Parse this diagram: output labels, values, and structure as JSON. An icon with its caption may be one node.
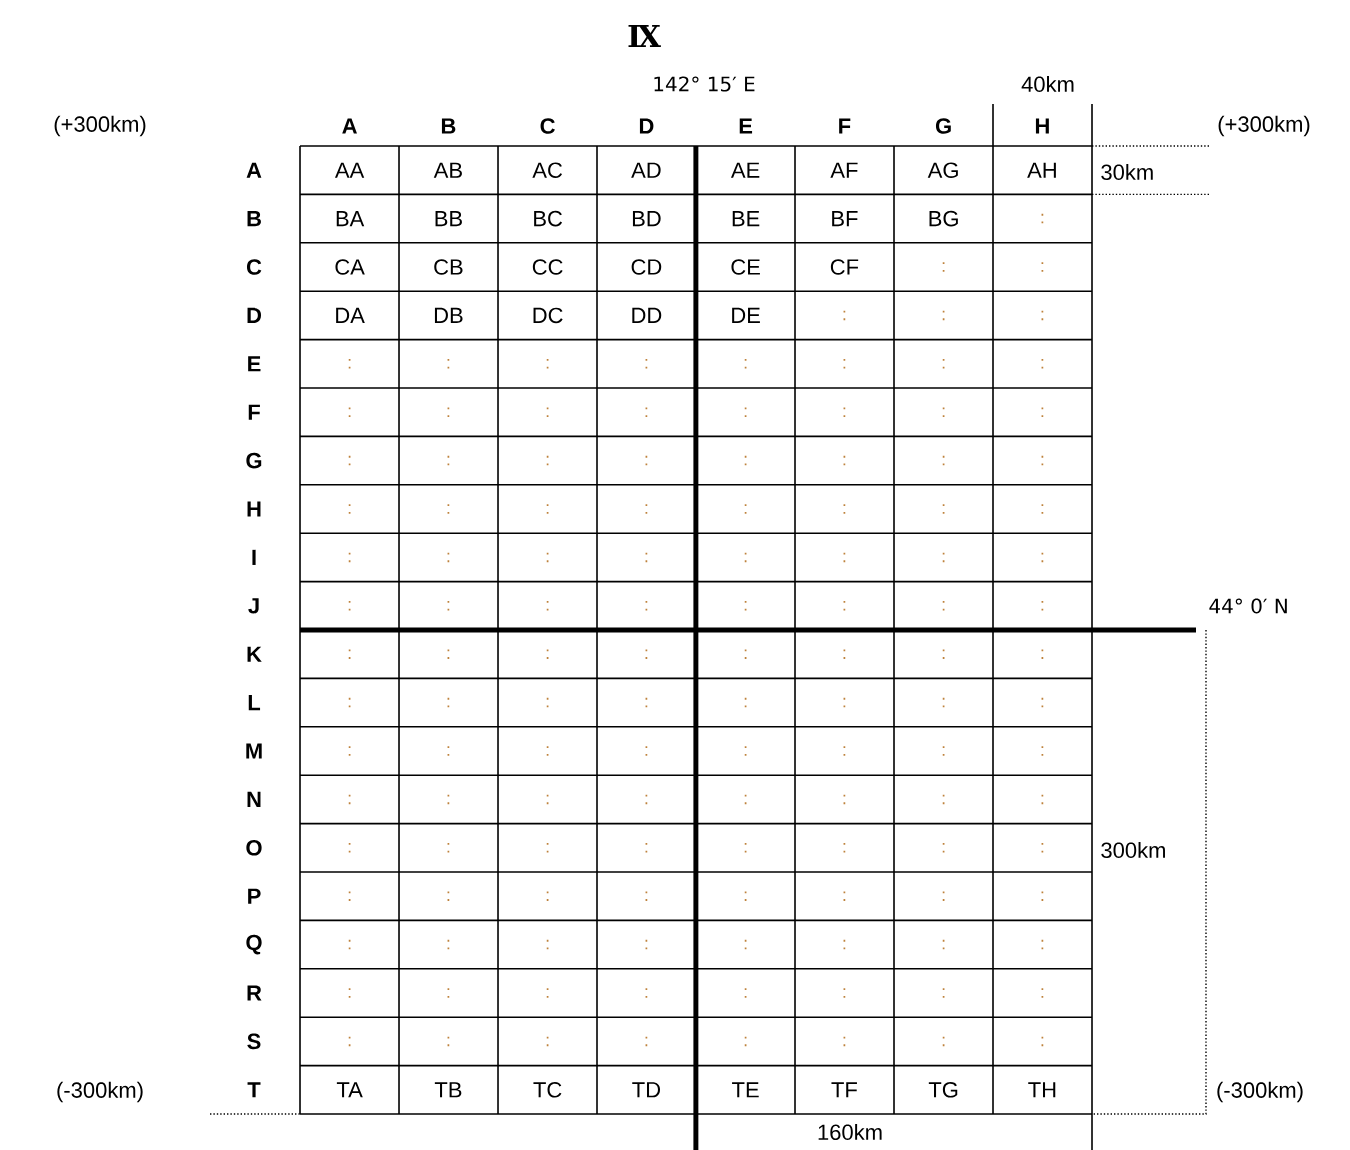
{
  "diagram": {
    "title": "Ⅸ",
    "labels": [
      "142° 15′ E",
      "40km",
      "(+300km)",
      "(+300km)",
      "30km",
      "44° 0′ N",
      "300km",
      "(-300km)",
      "(-300km)",
      "160km",
      "A",
      "B",
      "C",
      "D",
      "E",
      "F",
      "G",
      "H",
      "A",
      "AA",
      "AB",
      "AC",
      "AD",
      "AE",
      "AF",
      "AG",
      "AH",
      "B",
      "BA",
      "BB",
      "BC",
      "BD",
      "BE",
      "BF",
      "BG",
      ":",
      "C",
      "CA",
      "CB",
      "CC",
      "CD",
      "CE",
      "CF",
      ":",
      ":",
      "D",
      "DA",
      "DB",
      "DC",
      "DD",
      "DE",
      ":",
      ":",
      ":",
      "E",
      ":",
      ":",
      ":",
      ":",
      ":",
      ":",
      ":",
      ":",
      "F",
      ":",
      ":",
      ":",
      ":",
      ":",
      ":",
      ":",
      ":",
      "G",
      ":",
      ":",
      ":",
      ":",
      ":",
      ":",
      ":",
      ":",
      "H",
      ":",
      ":",
      ":",
      ":",
      ":",
      ":",
      ":",
      ":",
      "I",
      ":",
      ":",
      ":",
      ":",
      ":",
      ":",
      ":",
      ":",
      "J",
      ":",
      ":",
      ":",
      ":",
      ":",
      ":",
      ":",
      ":",
      "K",
      ":",
      ":",
      ":",
      ":",
      ":",
      ":",
      ":",
      ":",
      "L",
      ":",
      ":",
      ":",
      ":",
      ":",
      ":",
      ":",
      ":",
      "M",
      ":",
      ":",
      ":",
      ":",
      ":",
      ":",
      ":",
      ":",
      "N",
      ":",
      ":",
      ":",
      ":",
      ":",
      ":",
      ":",
      ":",
      "O",
      ":",
      ":",
      ":",
      ":",
      ":",
      ":",
      ":",
      ":",
      "P",
      ":",
      ":",
      ":",
      ":",
      ":",
      ":",
      ":",
      ":",
      "Q",
      ":",
      ":",
      ":",
      ":",
      ":",
      ":",
      ":",
      ":",
      "R",
      ":",
      ":",
      ":",
      ":",
      ":",
      ":",
      ":",
      ":",
      "S",
      ":",
      ":",
      ":",
      ":",
      ":",
      ":",
      ":",
      ":",
      "T",
      "TA",
      "TB",
      "TC",
      "TD",
      "TE",
      "TF",
      "TG",
      "TH"
    ]
  }
}
